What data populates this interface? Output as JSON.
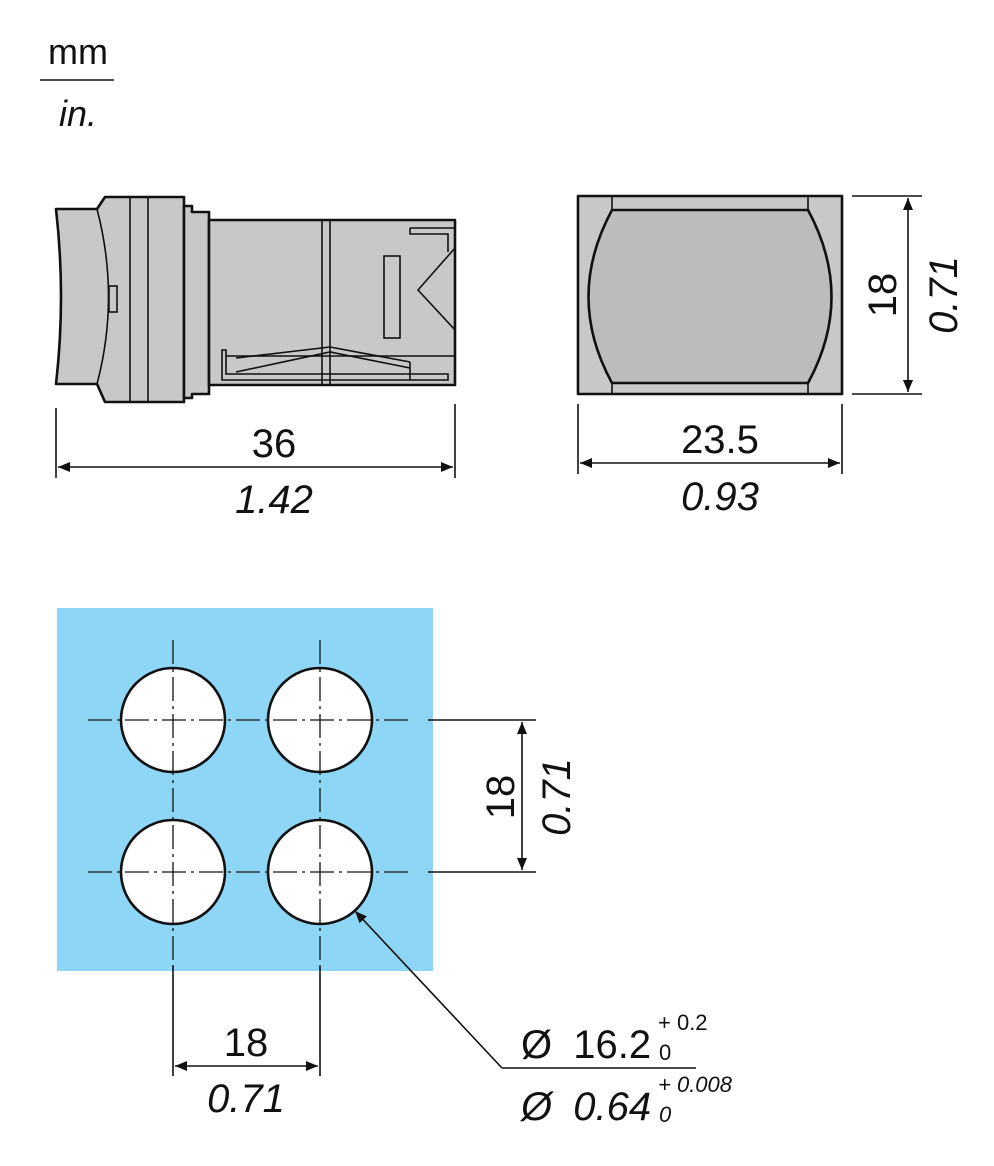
{
  "units": {
    "primary": "mm",
    "secondary": "in."
  },
  "side_view": {
    "length_mm": "36",
    "length_in": "1.42"
  },
  "front_view": {
    "width_mm": "23.5",
    "width_in": "0.93",
    "height_mm": "18",
    "height_in": "0.71"
  },
  "cutout": {
    "vertical_spacing_mm": "18",
    "vertical_spacing_in": "0.71",
    "horizontal_spacing_mm": "18",
    "horizontal_spacing_in": "0.71",
    "hole_symbol": "Ø",
    "hole_diameter_mm": "16.2",
    "hole_tol_mm_upper": "+ 0.2",
    "hole_tol_mm_lower": "0",
    "hole_diameter_in": "0.64",
    "hole_tol_in_upper": "+ 0.008",
    "hole_tol_in_lower": "0"
  },
  "colors": {
    "panel": "#8ed6f5",
    "body_gray": "#c8c8c8",
    "lens_gray": "#bcbcbc",
    "hole": "#ffffff",
    "line": "#111111"
  }
}
